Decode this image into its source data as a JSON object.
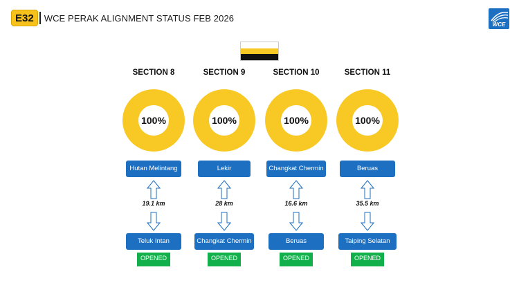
{
  "header": {
    "badge": "E32",
    "title": "WCE PERAK ALIGNMENT STATUS FEB 2026",
    "logo_text": "WCE"
  },
  "flag_colors": [
    "#ffffff",
    "#f8c924",
    "#111111"
  ],
  "colors": {
    "accent_yellow": "#f8c924",
    "station_blue": "#1d6fc2",
    "status_green": "#12b04b"
  },
  "sections": [
    {
      "label": "SECTION 8",
      "progress_text": "100%",
      "progress": 100,
      "from": "Hutan Melintang",
      "to": "Teluk Intan",
      "distance": "19.1 km",
      "status": "OPENED"
    },
    {
      "label": "SECTION 9",
      "progress_text": "100%",
      "progress": 100,
      "from": "Lekir",
      "to": "Changkat Chermin",
      "distance": "28 km",
      "status": "OPENED"
    },
    {
      "label": "SECTION 10",
      "progress_text": "100%",
      "progress": 100,
      "from": "Changkat Chermin",
      "to": "Beruas",
      "distance": "16.6 km",
      "status": "OPENED"
    },
    {
      "label": "SECTION 11",
      "progress_text": "100%",
      "progress": 100,
      "from": "Beruas",
      "to": "Taiping Selatan",
      "distance": "35.5 km",
      "status": "OPENED"
    }
  ]
}
